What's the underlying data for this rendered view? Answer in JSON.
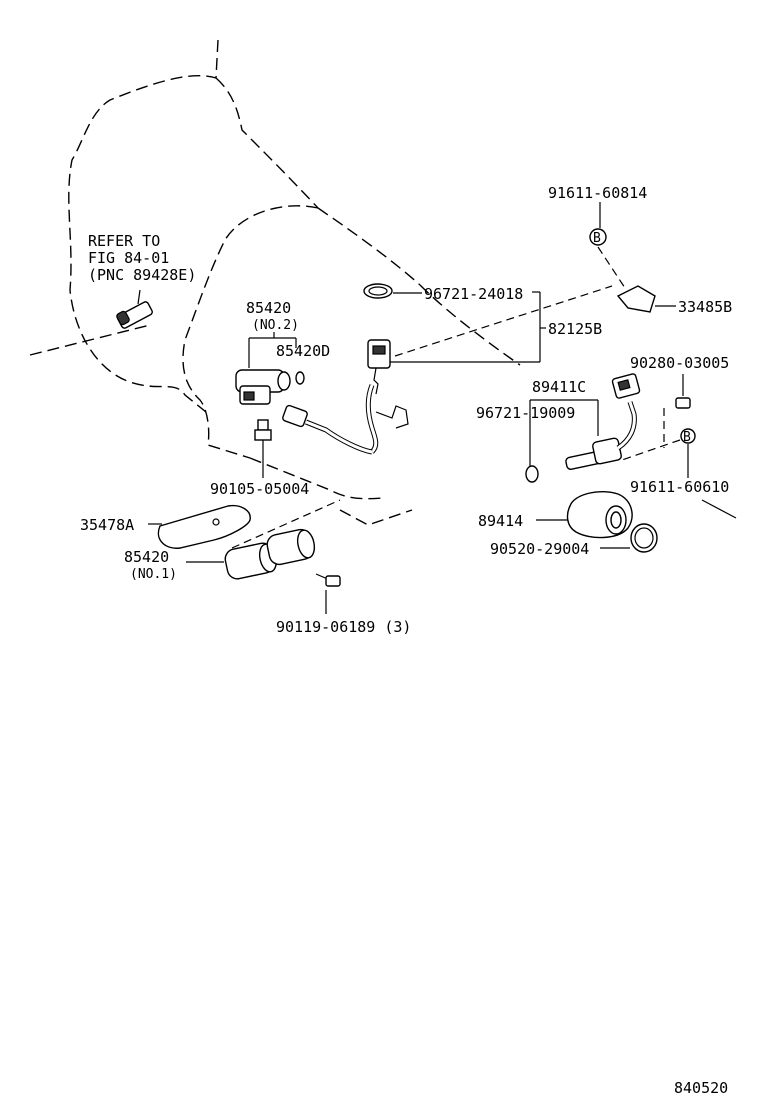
{
  "diagram": {
    "figure_number": "840520",
    "refer_note": {
      "line1": "REFER TO",
      "line2": "FIG 84-01",
      "line3": "(PNC 89428E)"
    },
    "parts": {
      "p91611_60814": "91611-60814",
      "p96721_24018": "96721-24018",
      "p33485B": "33485B",
      "p82125B": "82125B",
      "p85420_no2": "85420",
      "no2_label": "(NO.2)",
      "p85420D": "85420D",
      "p90280_03005": "90280-03005",
      "p89411C": "89411C",
      "p96721_19009": "96721-19009",
      "p90105_05004": "90105-05004",
      "p91611_60610": "91611-60610",
      "p35478A": "35478A",
      "p89414": "89414",
      "p85420_no1": "85420",
      "no1_label": "(NO.1)",
      "p90520_29004": "90520-29004",
      "p90119_06189": "90119-06189 (3)"
    },
    "bolt_marker": "B"
  }
}
